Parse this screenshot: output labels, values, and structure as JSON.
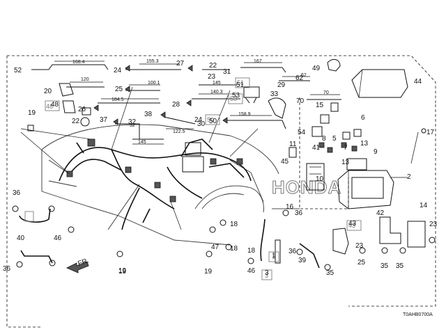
{
  "diagram": {
    "reference_code": "T0AHB0700A",
    "direction_label": "FR.",
    "brand_watermark": "HONDA",
    "callouts": [
      "52",
      "24",
      "27",
      "22",
      "31",
      "49",
      "44",
      "20",
      "25",
      "23",
      "51",
      "62",
      "29",
      "19",
      "48",
      "26",
      "28",
      "33",
      "53",
      "70",
      "30",
      "22",
      "37",
      "38",
      "50",
      "15",
      "17",
      "32",
      "24",
      "6",
      "54",
      "8",
      "5",
      "13",
      "11",
      "41",
      "7",
      "9",
      "13",
      "45",
      "10",
      "2",
      "36",
      "36",
      "16",
      "18",
      "43",
      "40",
      "46",
      "47",
      "18",
      "14",
      "23",
      "19",
      "18",
      "42",
      "23",
      "36",
      "25",
      "36",
      "39",
      "35",
      "35",
      "1",
      "46",
      "3",
      "19",
      "19",
      "35"
    ],
    "dimensions": [
      "168.4",
      "155.3",
      "167",
      "120",
      "100.1",
      "145",
      "62",
      "184.5",
      "140.3",
      "70",
      "158.9",
      "32",
      "122.5",
      "145"
    ],
    "ghost_labels": [
      "48",
      "51",
      "53",
      "50",
      "43",
      "1",
      "3"
    ]
  }
}
